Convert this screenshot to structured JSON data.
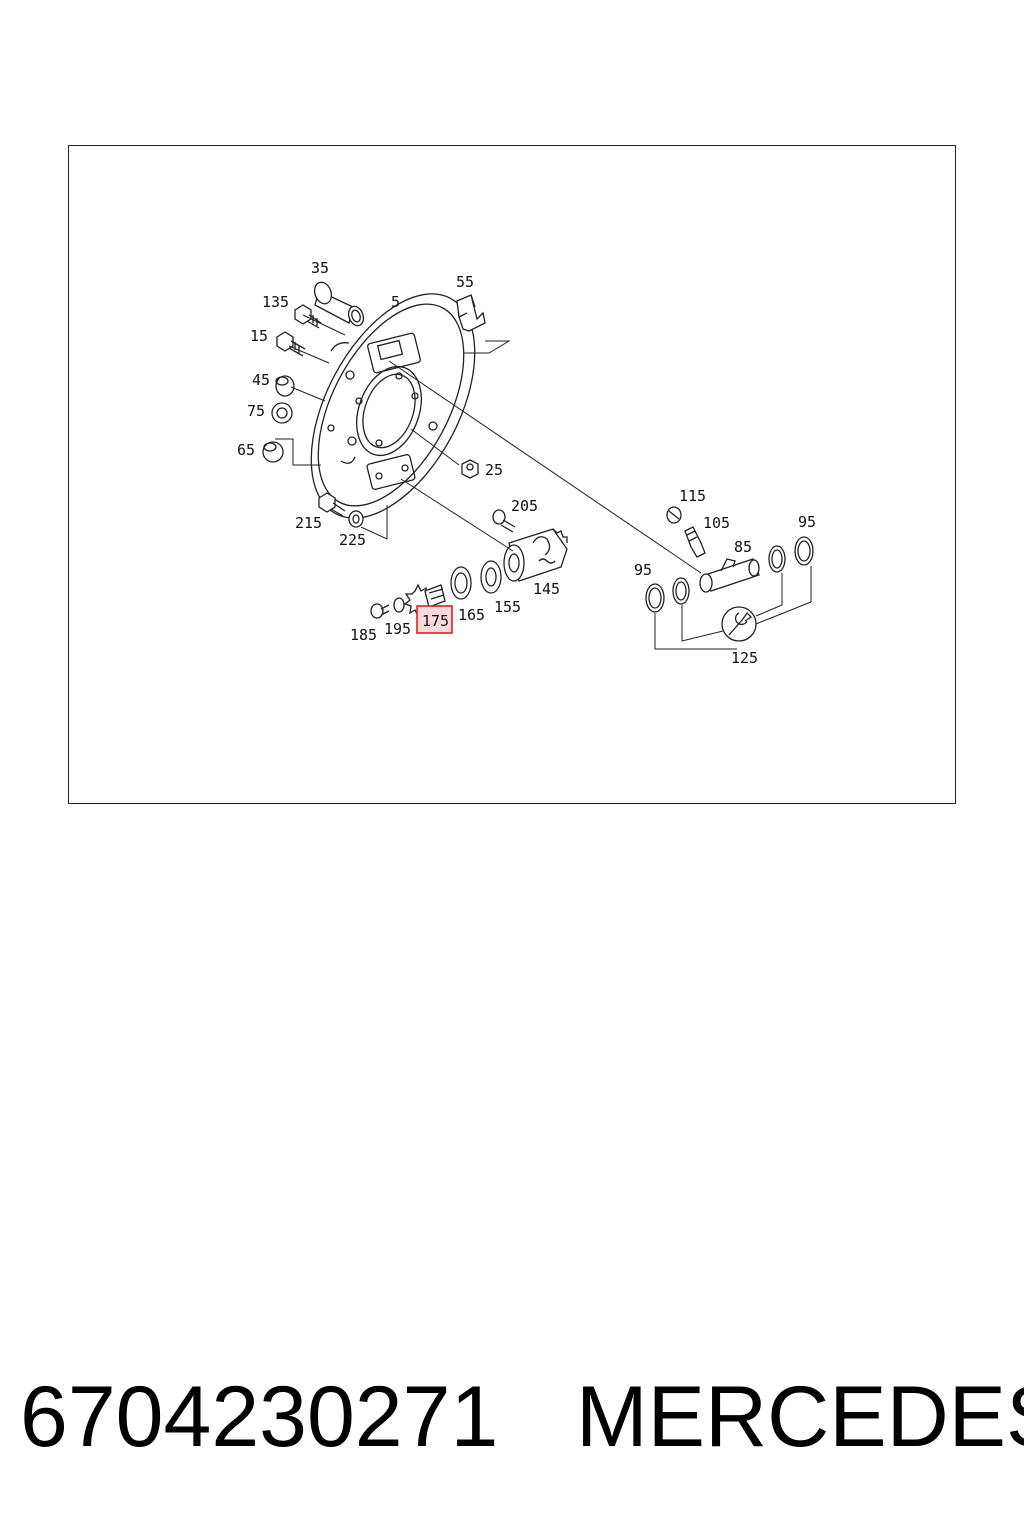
{
  "diagram": {
    "callouts": [
      {
        "id": "35",
        "label": "35"
      },
      {
        "id": "135",
        "label": "135"
      },
      {
        "id": "5",
        "label": "5"
      },
      {
        "id": "55",
        "label": "55"
      },
      {
        "id": "15",
        "label": "15"
      },
      {
        "id": "45",
        "label": "45"
      },
      {
        "id": "75",
        "label": "75"
      },
      {
        "id": "65",
        "label": "65"
      },
      {
        "id": "25",
        "label": "25"
      },
      {
        "id": "215",
        "label": "215"
      },
      {
        "id": "225",
        "label": "225"
      },
      {
        "id": "205",
        "label": "205"
      },
      {
        "id": "145",
        "label": "145"
      },
      {
        "id": "155",
        "label": "155"
      },
      {
        "id": "165",
        "label": "165"
      },
      {
        "id": "175",
        "label": "175"
      },
      {
        "id": "195",
        "label": "195"
      },
      {
        "id": "185",
        "label": "185"
      },
      {
        "id": "115",
        "label": "115"
      },
      {
        "id": "105",
        "label": "105"
      },
      {
        "id": "85",
        "label": "85"
      },
      {
        "id": "95a",
        "label": "95"
      },
      {
        "id": "95b",
        "label": "95"
      },
      {
        "id": "125",
        "label": "125"
      }
    ],
    "highlighted_callout": "175",
    "highlight_color": "#e02020",
    "highlight_fill": "#fbd9dc"
  },
  "footer": {
    "part_number": "6704230271",
    "brand": "MERCEDES"
  }
}
